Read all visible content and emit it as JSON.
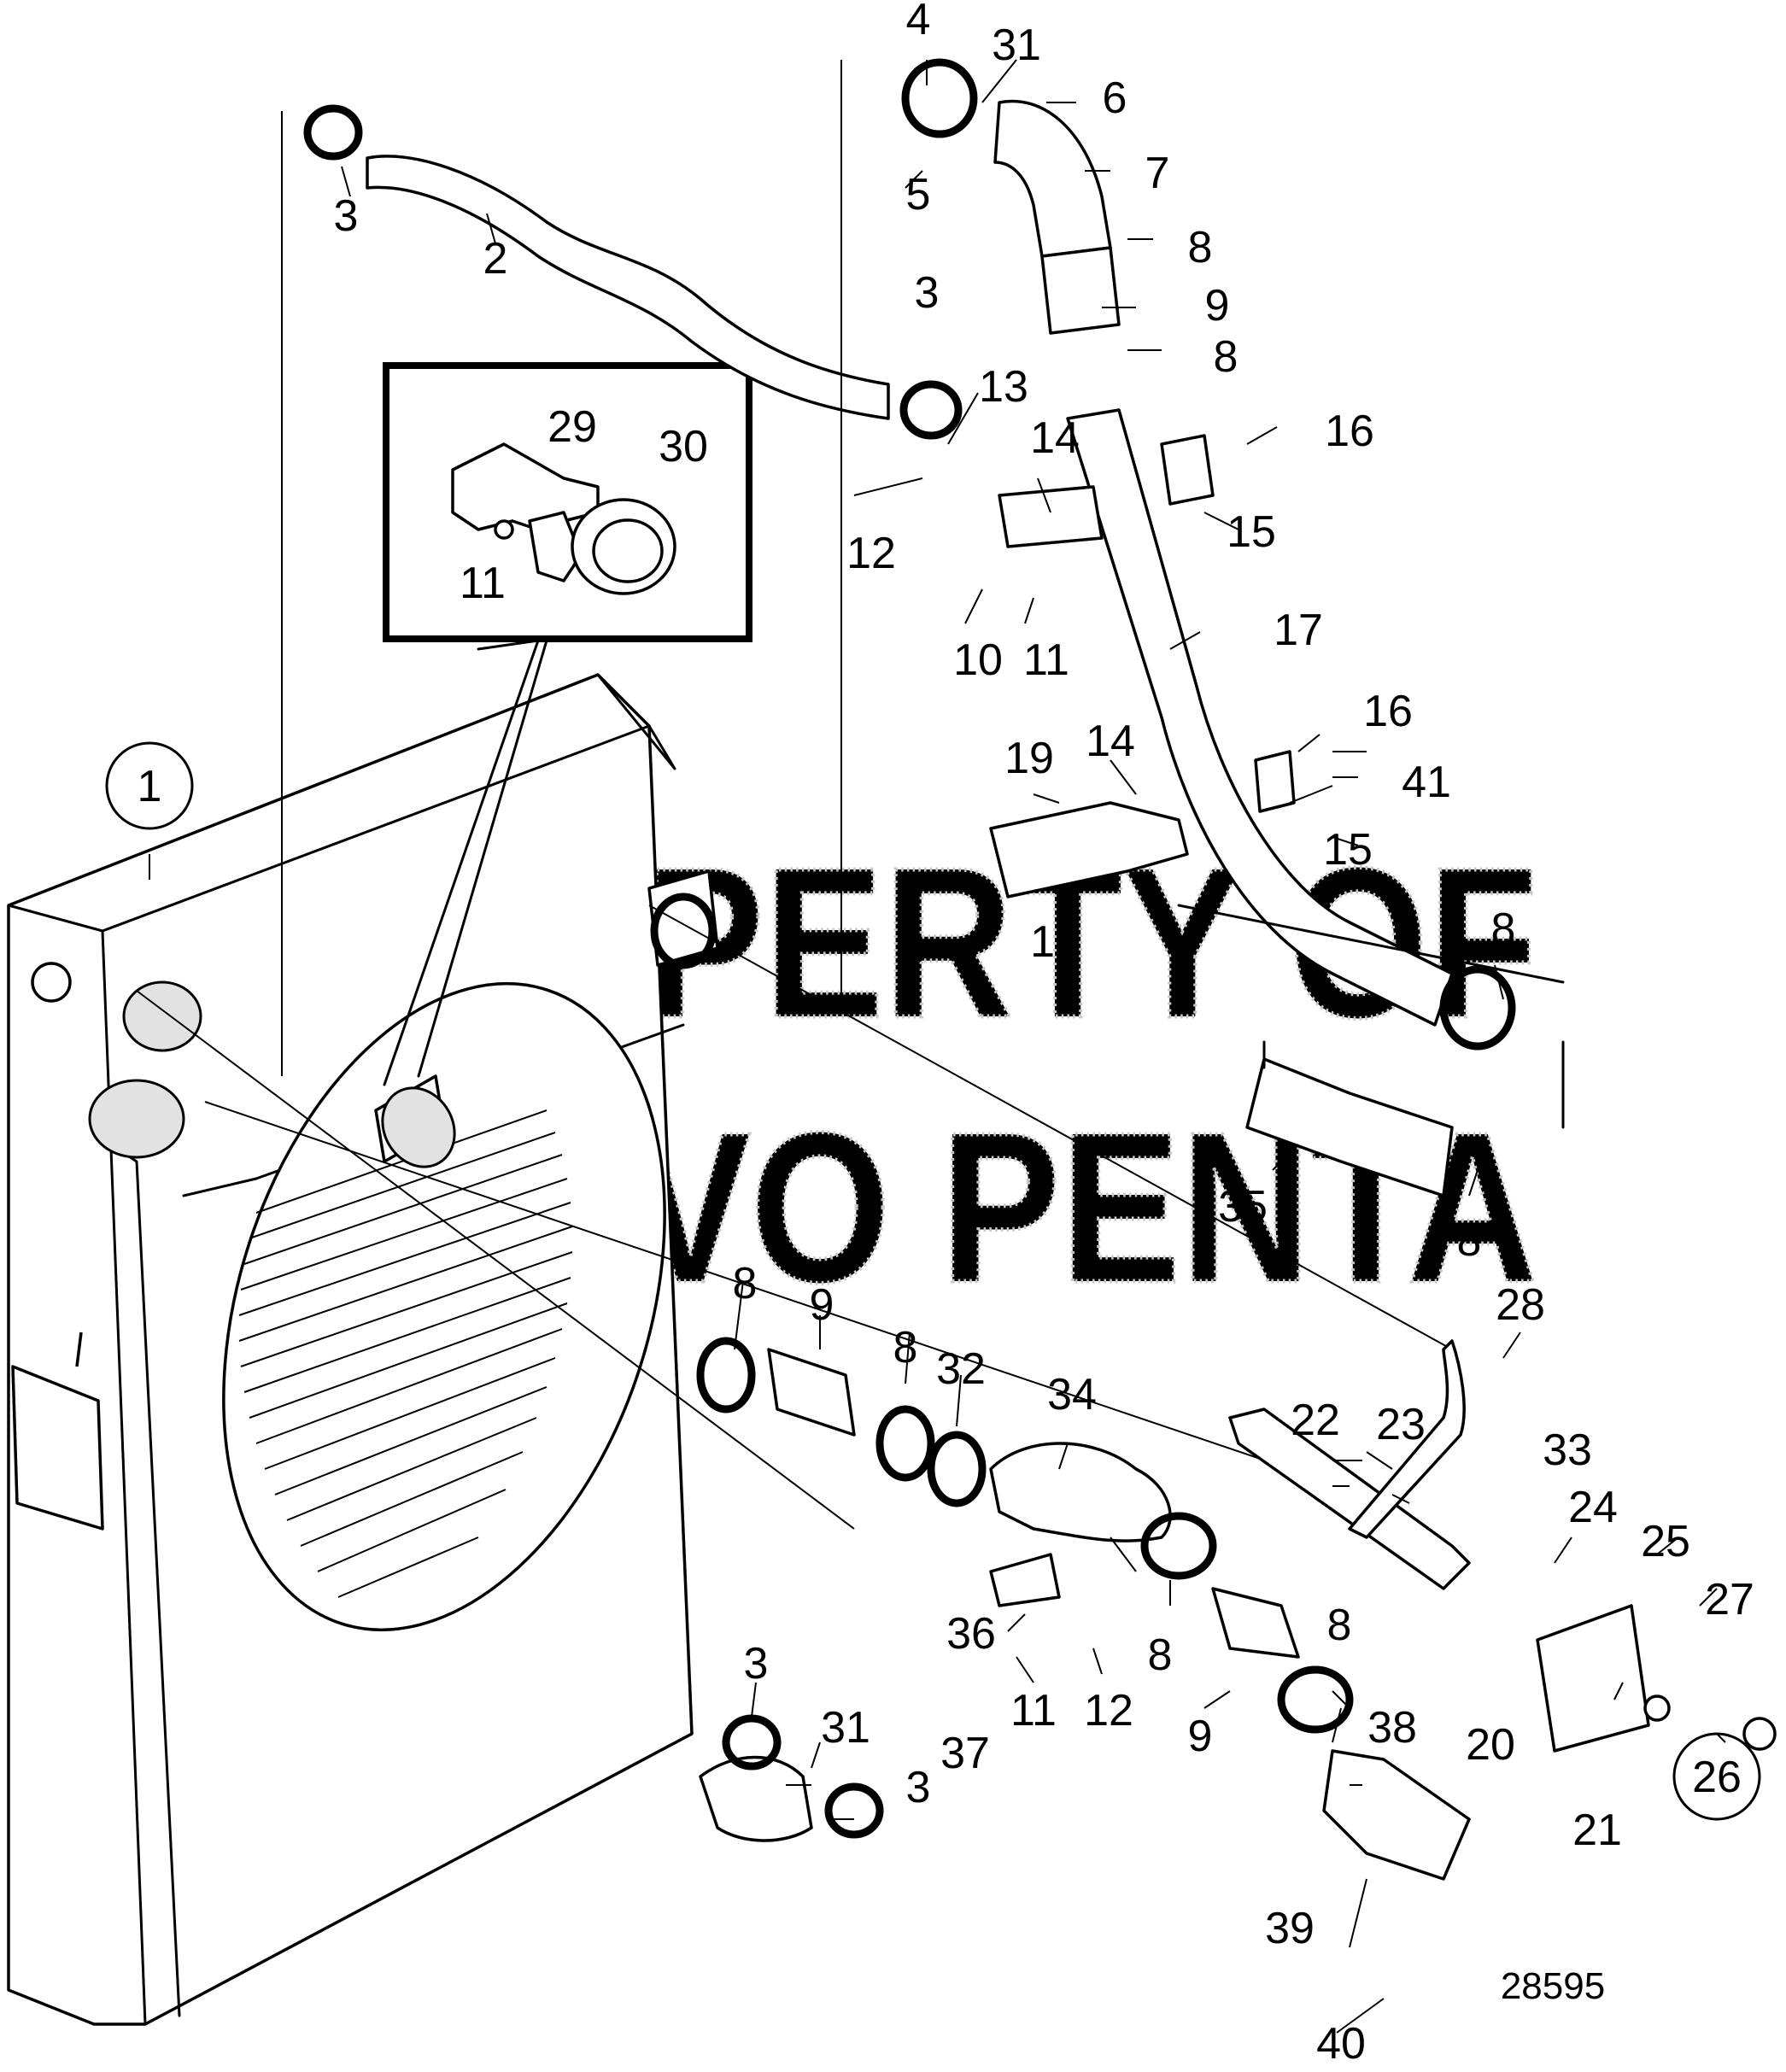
{
  "diagram": {
    "watermark": {
      "line1": "PROPERTY OF",
      "line2": "VOLVO PENTA"
    },
    "drawing_number": "28595",
    "callouts": [
      {
        "id": "c1",
        "text": "1",
        "circled": true
      },
      {
        "id": "c2",
        "text": "2"
      },
      {
        "id": "c3a",
        "text": "3"
      },
      {
        "id": "c3b",
        "text": "3"
      },
      {
        "id": "c3c",
        "text": "3"
      },
      {
        "id": "c3d",
        "text": "3"
      },
      {
        "id": "c4",
        "text": "4"
      },
      {
        "id": "c5",
        "text": "5"
      },
      {
        "id": "c6",
        "text": "6"
      },
      {
        "id": "c7",
        "text": "7"
      },
      {
        "id": "c8a",
        "text": "8"
      },
      {
        "id": "c8b",
        "text": "8"
      },
      {
        "id": "c8c",
        "text": "8"
      },
      {
        "id": "c8d",
        "text": "8"
      },
      {
        "id": "c8e",
        "text": "8"
      },
      {
        "id": "c8f",
        "text": "8"
      },
      {
        "id": "c8g",
        "text": "8"
      },
      {
        "id": "c8h",
        "text": "8"
      },
      {
        "id": "c9a",
        "text": "9"
      },
      {
        "id": "c9b",
        "text": "9"
      },
      {
        "id": "c9c",
        "text": "9"
      },
      {
        "id": "c10",
        "text": "10"
      },
      {
        "id": "c11a",
        "text": "11"
      },
      {
        "id": "c11b",
        "text": "11"
      },
      {
        "id": "c11c",
        "text": "11"
      },
      {
        "id": "c12a",
        "text": "12"
      },
      {
        "id": "c12b",
        "text": "12"
      },
      {
        "id": "c13",
        "text": "13"
      },
      {
        "id": "c14a",
        "text": "14"
      },
      {
        "id": "c14b",
        "text": "14"
      },
      {
        "id": "c15a",
        "text": "15"
      },
      {
        "id": "c15b",
        "text": "15"
      },
      {
        "id": "c16a",
        "text": "16"
      },
      {
        "id": "c16b",
        "text": "16"
      },
      {
        "id": "c17",
        "text": "17"
      },
      {
        "id": "c18",
        "text": "18"
      },
      {
        "id": "c19",
        "text": "19"
      },
      {
        "id": "c20",
        "text": "20"
      },
      {
        "id": "c21",
        "text": "21"
      },
      {
        "id": "c22",
        "text": "22"
      },
      {
        "id": "c23",
        "text": "23"
      },
      {
        "id": "c24",
        "text": "24"
      },
      {
        "id": "c25",
        "text": "25"
      },
      {
        "id": "c26",
        "text": "26",
        "circled": true
      },
      {
        "id": "c27",
        "text": "27"
      },
      {
        "id": "c28",
        "text": "28"
      },
      {
        "id": "c29",
        "text": "29"
      },
      {
        "id": "c30",
        "text": "30"
      },
      {
        "id": "c31a",
        "text": "31"
      },
      {
        "id": "c31b",
        "text": "31"
      },
      {
        "id": "c32",
        "text": "32"
      },
      {
        "id": "c33",
        "text": "33"
      },
      {
        "id": "c34",
        "text": "34"
      },
      {
        "id": "c35",
        "text": "35"
      },
      {
        "id": "c36",
        "text": "36"
      },
      {
        "id": "c37",
        "text": "37"
      },
      {
        "id": "c38",
        "text": "38"
      },
      {
        "id": "c39",
        "text": "39"
      },
      {
        "id": "c40",
        "text": "40"
      },
      {
        "id": "c41",
        "text": "41"
      }
    ]
  }
}
